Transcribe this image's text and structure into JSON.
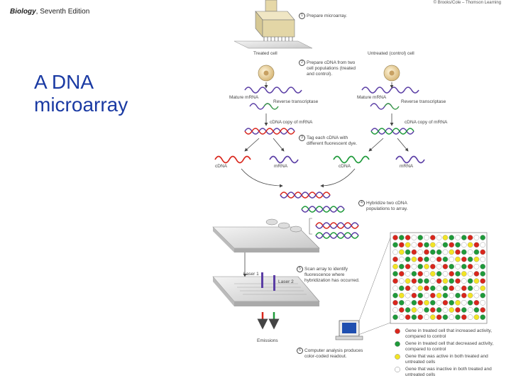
{
  "header": {
    "book_title": "Biology",
    "edition": ", Seventh Edition",
    "copyright": "© Brooks/Cole – Thomson Learning"
  },
  "slide": {
    "title_line1": "A DNA",
    "title_line2": "microarray"
  },
  "steps": {
    "step1": "Prepare microarray.",
    "step2": [
      "Prepare cDNA from two",
      "cell populations (treated",
      "and control)."
    ],
    "step3": [
      "Tag each cDNA with",
      "different fluorescent dye."
    ],
    "step4": [
      "Hybridize two cDNA",
      "populations to array."
    ],
    "step5": [
      "Scan array to identify",
      "fluorescence where",
      "hybridization has occurred."
    ],
    "step6": [
      "Computer analysis produces",
      "color-coded readout."
    ],
    "numbers": [
      "1",
      "2",
      "3",
      "4",
      "5",
      "6"
    ]
  },
  "labels": {
    "treated_cell": "Treated cell",
    "untreated_cell": "Untreated (control) cell",
    "mature_mrna_left": "Mature mRNA",
    "mature_mrna_right": "Mature mRNA",
    "reverse_transcriptase_left": "Reverse transcriptase",
    "reverse_transcriptase_right": "Reverse transcriptase",
    "cdna_copy_left": "cDNA copy of mRNA",
    "cdna_copy_right": "cDNA copy of mRNA",
    "cdna_left": "cDNA",
    "mrna_left": "mRNA",
    "cdna_right": "cDNA",
    "mrna_right": "mRNA",
    "laser1": "Laser 1",
    "laser2": "Laser 2",
    "emissions": "Emissions"
  },
  "legend": [
    {
      "color": "#d9261c",
      "text": [
        "Gene in treated cell that increased activity,",
        "compared to control"
      ]
    },
    {
      "color": "#1e9a3a",
      "text": [
        "Gene in treated cell that decreased activity,",
        "compared to control"
      ]
    },
    {
      "color": "#f2e424",
      "text": [
        "Gene that was active in both treated and",
        "untreated cells"
      ]
    },
    {
      "color": "#ffffff",
      "text": [
        "Gene that was inactive in both treated and",
        "untreated cells"
      ]
    }
  ],
  "colors": {
    "title": "#1a3aa3",
    "red": "#d9261c",
    "green": "#1e9a3a",
    "yellow": "#f2e424",
    "purple": "#5b3ea5"
  },
  "array_grid": [
    "RGRWGWRWYGWGRWG",
    "GRYWRGYWGRGWYRW",
    "WYGRWRGGWYRGWGR",
    "RWGYRGWRGWYRGYW",
    "YGRWGYRWRGWGRWG",
    "GRWGRWYGWRGYWRG",
    "RWYRGGWRYGRWGYR",
    "WGRWYRGWGRWRGWY",
    "GYWRGWRYGWGRYWG",
    "RGWGRYGWRGYWGRW",
    "WRGYWGRGWYRGWGR",
    "GWRGRWYRGWGRWYG"
  ]
}
